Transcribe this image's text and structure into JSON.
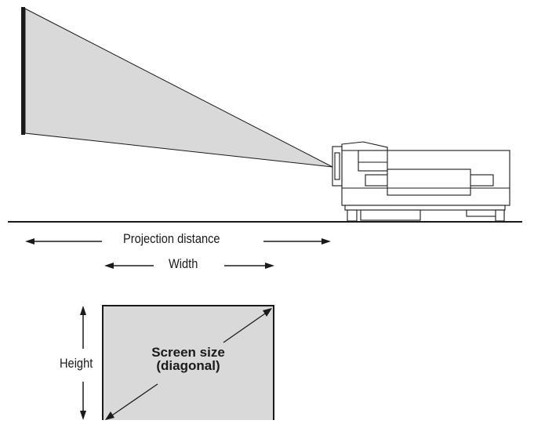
{
  "labels": {
    "projection_distance": "Projection distance",
    "width": "Width",
    "height": "Height",
    "screen_size_line1": "Screen size",
    "screen_size_line2": "(diagonal)"
  },
  "colors": {
    "ink": "#1a1a1a",
    "beam_fill": "#d9d9d9",
    "screen_fill": "#d9d9d9",
    "background": "#ffffff"
  },
  "icons": {
    "projector": "projector-icon",
    "screen_panel": "projection-screen-icon"
  }
}
